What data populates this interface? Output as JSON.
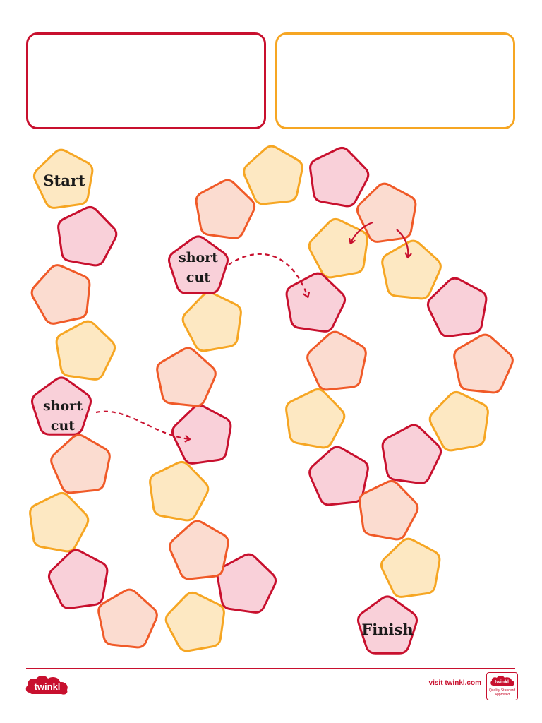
{
  "colors": {
    "crimson": "#c8102e",
    "crimson_fill": "#f9d0d9",
    "red_orange": "#f05a28",
    "peach_fill": "#fbdcd0",
    "amber": "#f6a623",
    "cream_fill": "#fde8c2",
    "text": "#1a1a1a"
  },
  "board": {
    "start_label": "Start",
    "finish_label": "Finish",
    "shortcut_label_line1": "short",
    "shortcut_label_line2": "cut"
  },
  "footer": {
    "logo_text": "twinkl",
    "link_text": "visit twinkl.com",
    "badge_brand": "twinkl",
    "badge_text": "Quality Standard Approved"
  }
}
